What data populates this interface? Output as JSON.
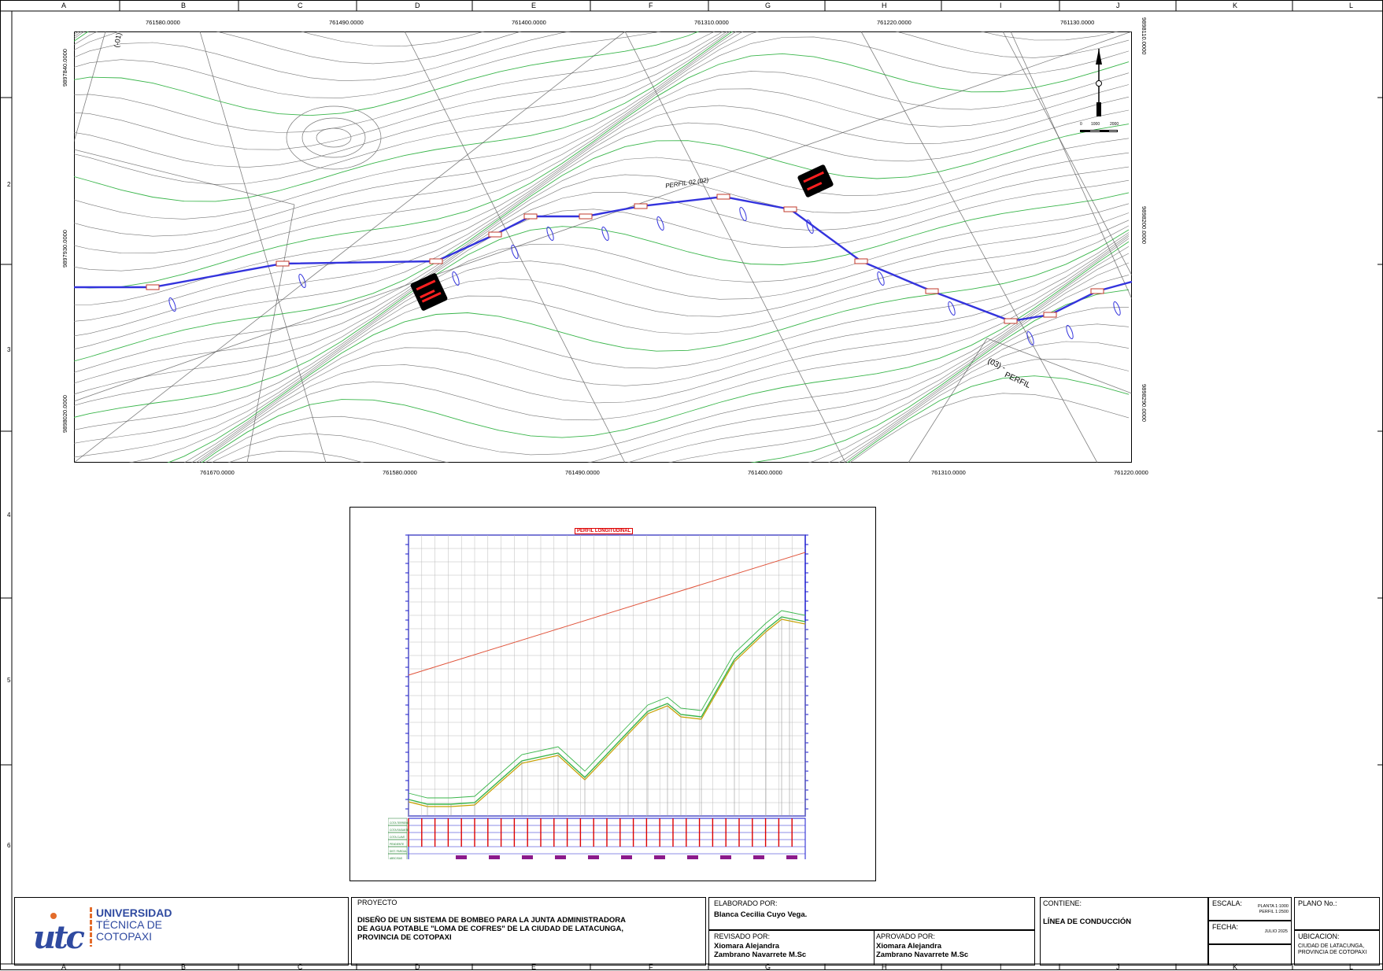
{
  "frame": {
    "top_letters": [
      "A",
      "B",
      "C",
      "D",
      "E",
      "F",
      "G",
      "H",
      "I",
      "J",
      "K",
      "L"
    ],
    "side_numbers": [
      "2",
      "3",
      "4",
      "5",
      "6"
    ]
  },
  "plan": {
    "top_coords": [
      "761580.0000",
      "761490.0000",
      "761400.0000",
      "761310.0000",
      "761220.0000",
      "761130.0000"
    ],
    "bottom_coords": [
      "761670.0000",
      "761580.0000",
      "761490.0000",
      "761400.0000",
      "761310.0000",
      "761220.0000"
    ],
    "left_coords": [
      "9897840.0000",
      "9897930.0000",
      "9898020.0000"
    ],
    "right_coords": [
      "9898110.0000",
      "9898200.0000",
      "9898290.0000"
    ],
    "labels": {
      "perfil_01": "(-01)",
      "perfil_02": "PERFIL 02 (02)",
      "perfil_03_num": "(03) -",
      "perfil_03_txt": "PERFIL"
    },
    "scale_bar": {
      "start": "0",
      "mid": "1000",
      "end": "2000"
    },
    "colors": {
      "pipeline": "#3333dd",
      "contour": "#777777",
      "contour_major": "#39b54a"
    }
  },
  "profile": {
    "title": "PERFIL LONGITUDINAL",
    "row_labels": [
      "COTA TERRENO",
      "COTA RASANTE",
      "COTA CLAVE",
      "PENDIENTE",
      "DIST. PARCIAL",
      "ABSCISAS"
    ],
    "colors": {
      "hydraulic_line": "#e0533a",
      "terrain": "#39b54a",
      "pipe": "#c8a000"
    }
  },
  "titleblock": {
    "university": [
      "UNIVERSIDAD",
      "TÉCNICA DE",
      "COTOPAXI"
    ],
    "logo_text": "utc",
    "proyecto_label": "PROYECTO",
    "proyecto_text": [
      "DISEÑO DE UN SISTEMA DE BOMBEO PARA LA JUNTA ADMINISTRADORA",
      "DE AGUA POTABLE  \"LOMA DE COFRES\" DE LA CIUDAD DE LATACUNGA,",
      "PROVINCIA DE COTOPAXI"
    ],
    "elaborado_label": "ELABORADO POR:",
    "elaborado_name": "Blanca Cecilia Cuyo Vega.",
    "revisado_label": "REVISADO POR:",
    "revisado_name": [
      "Xiomara Alejandra",
      "Zambrano Navarrete M.Sc"
    ],
    "aprobado_label": "APROVADO POR:",
    "aprobado_name": [
      "Xiomara Alejandra",
      "Zambrano Navarrete M.Sc"
    ],
    "contiene_label": "CONTIENE:",
    "contiene_text": "LÍNEA DE CONDUCCIÓN",
    "escala_label": "ESCALA:",
    "escala_values": [
      "PLANTA 1:1000",
      "PERFIL 1:2500"
    ],
    "fecha_label": "FECHA:",
    "fecha_value": "JULIO 2025",
    "plano_label": "PLANO No.:",
    "ubicacion_label": "UBICACION:",
    "ubicacion_text": [
      "CIUDAD DE LATACUNGA,",
      "PROVINCIA DE COTOPAXI"
    ]
  }
}
